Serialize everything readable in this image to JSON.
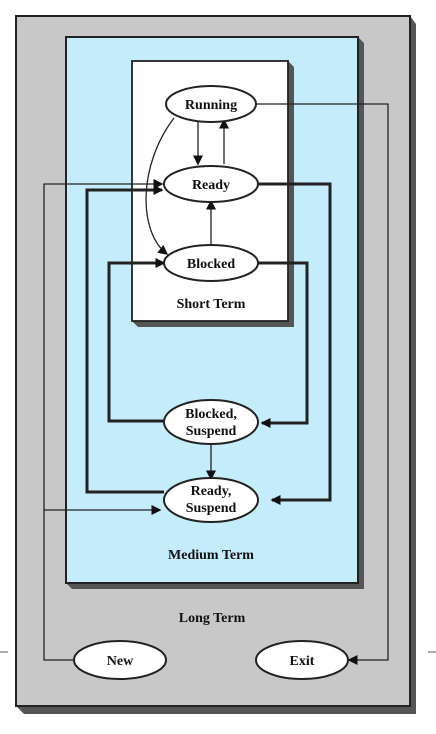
{
  "regions": {
    "long_term": "Long Term",
    "medium_term": "Medium Term",
    "short_term": "Short Term"
  },
  "states": {
    "running": "Running",
    "ready": "Ready",
    "blocked": "Blocked",
    "blocked_suspend_line1": "Blocked,",
    "blocked_suspend_line2": "Suspend",
    "ready_suspend_line1": "Ready,",
    "ready_suspend_line2": "Suspend",
    "new": "New",
    "exit": "Exit"
  },
  "colors": {
    "long_term_fill": "#c8c8c8",
    "medium_term_fill": "#c5ecfb",
    "short_term_fill": "#ffffff",
    "shadow": "#555555"
  }
}
